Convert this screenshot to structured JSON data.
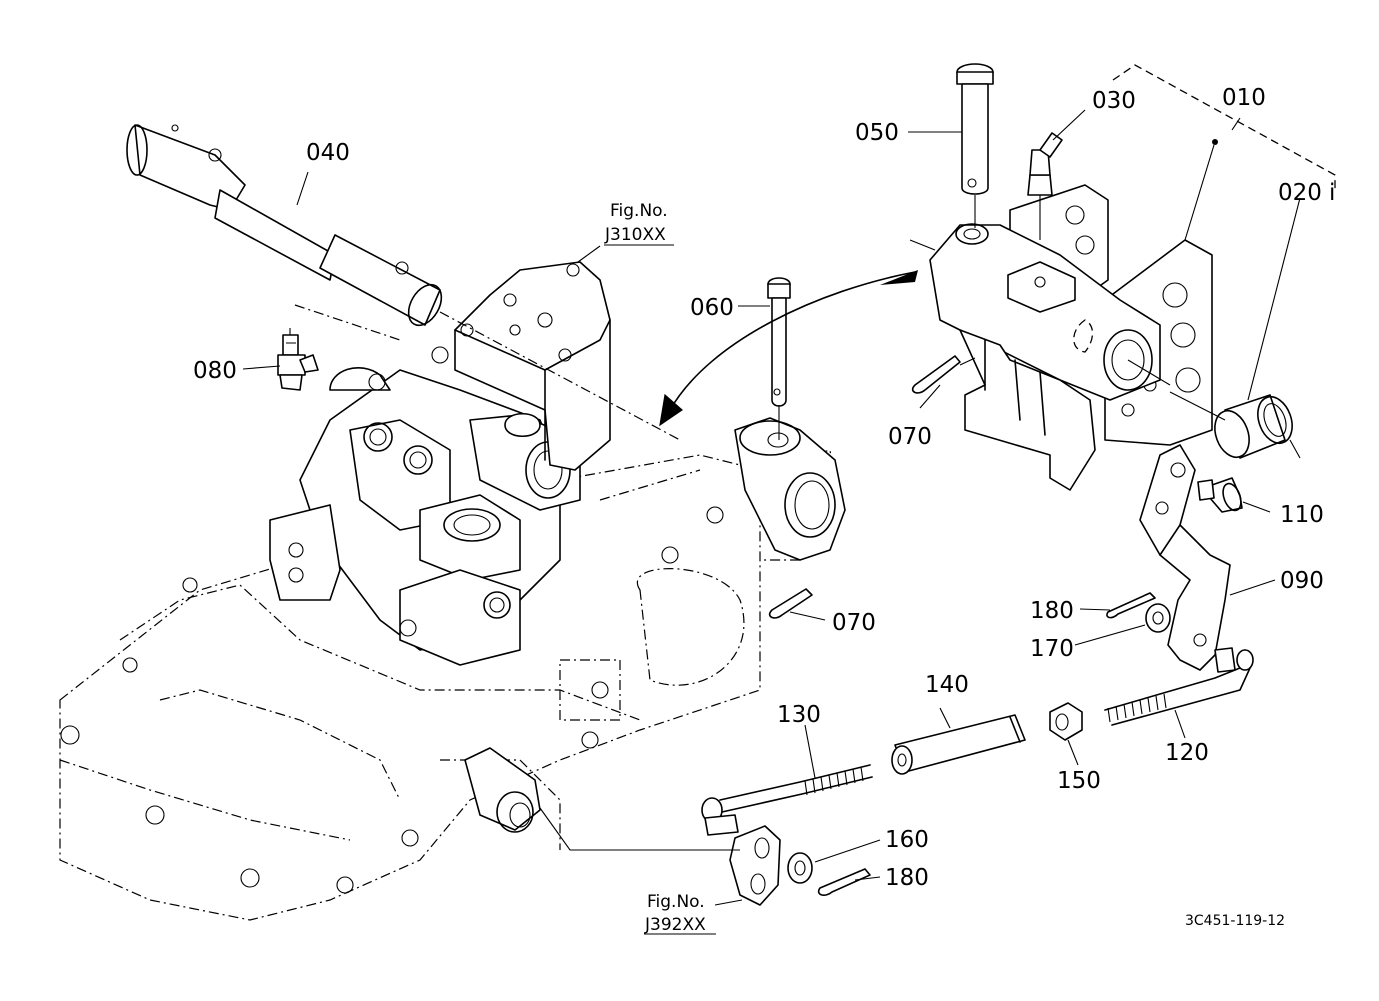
{
  "parts": {
    "p010": "010",
    "p020": "020",
    "p020_mark": "i",
    "p030": "030",
    "p040": "040",
    "p050": "050",
    "p060": "060",
    "p070a": "070",
    "p070b": "070",
    "p080": "080",
    "p090": "090",
    "p110": "110",
    "p120": "120",
    "p130": "130",
    "p140": "140",
    "p150": "150",
    "p160": "160",
    "p170": "170",
    "p180a": "180",
    "p180b": "180"
  },
  "references": {
    "ref1_label": "Fig.No.",
    "ref1_code": "J310XX",
    "ref2_label": "Fig.No.",
    "ref2_code": "J392XX"
  },
  "drawing_code": "3C451-119-12"
}
